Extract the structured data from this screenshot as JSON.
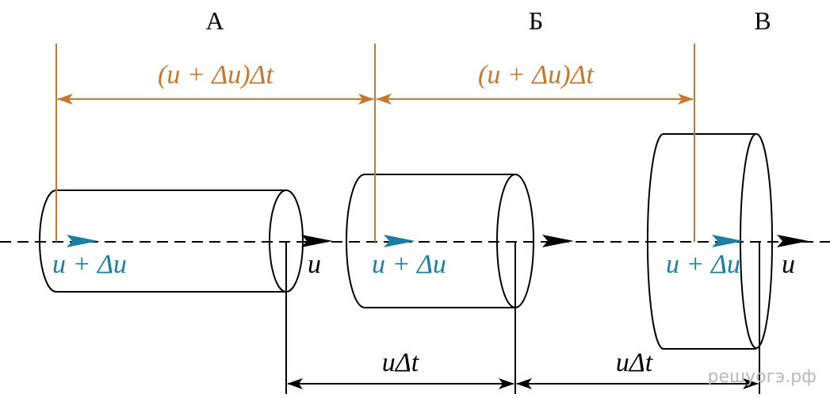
{
  "colors": {
    "orange": "#c8782a",
    "blue": "#1a7fa0",
    "black": "#000000",
    "watermark": "#b8b8b8"
  },
  "sections": [
    {
      "letter": "А",
      "top_label": "(u + Δu)Δt",
      "inner_label": "u + Δu",
      "outer_label": "u"
    },
    {
      "letter": "Б",
      "top_label": "(u + Δu)Δt",
      "inner_label": "u + Δu"
    },
    {
      "letter": "В",
      "inner_label": "u + Δu",
      "outer_label": "u"
    }
  ],
  "bottom_labels": [
    "uΔt",
    "uΔt"
  ],
  "watermark": "решуогэ.рф"
}
